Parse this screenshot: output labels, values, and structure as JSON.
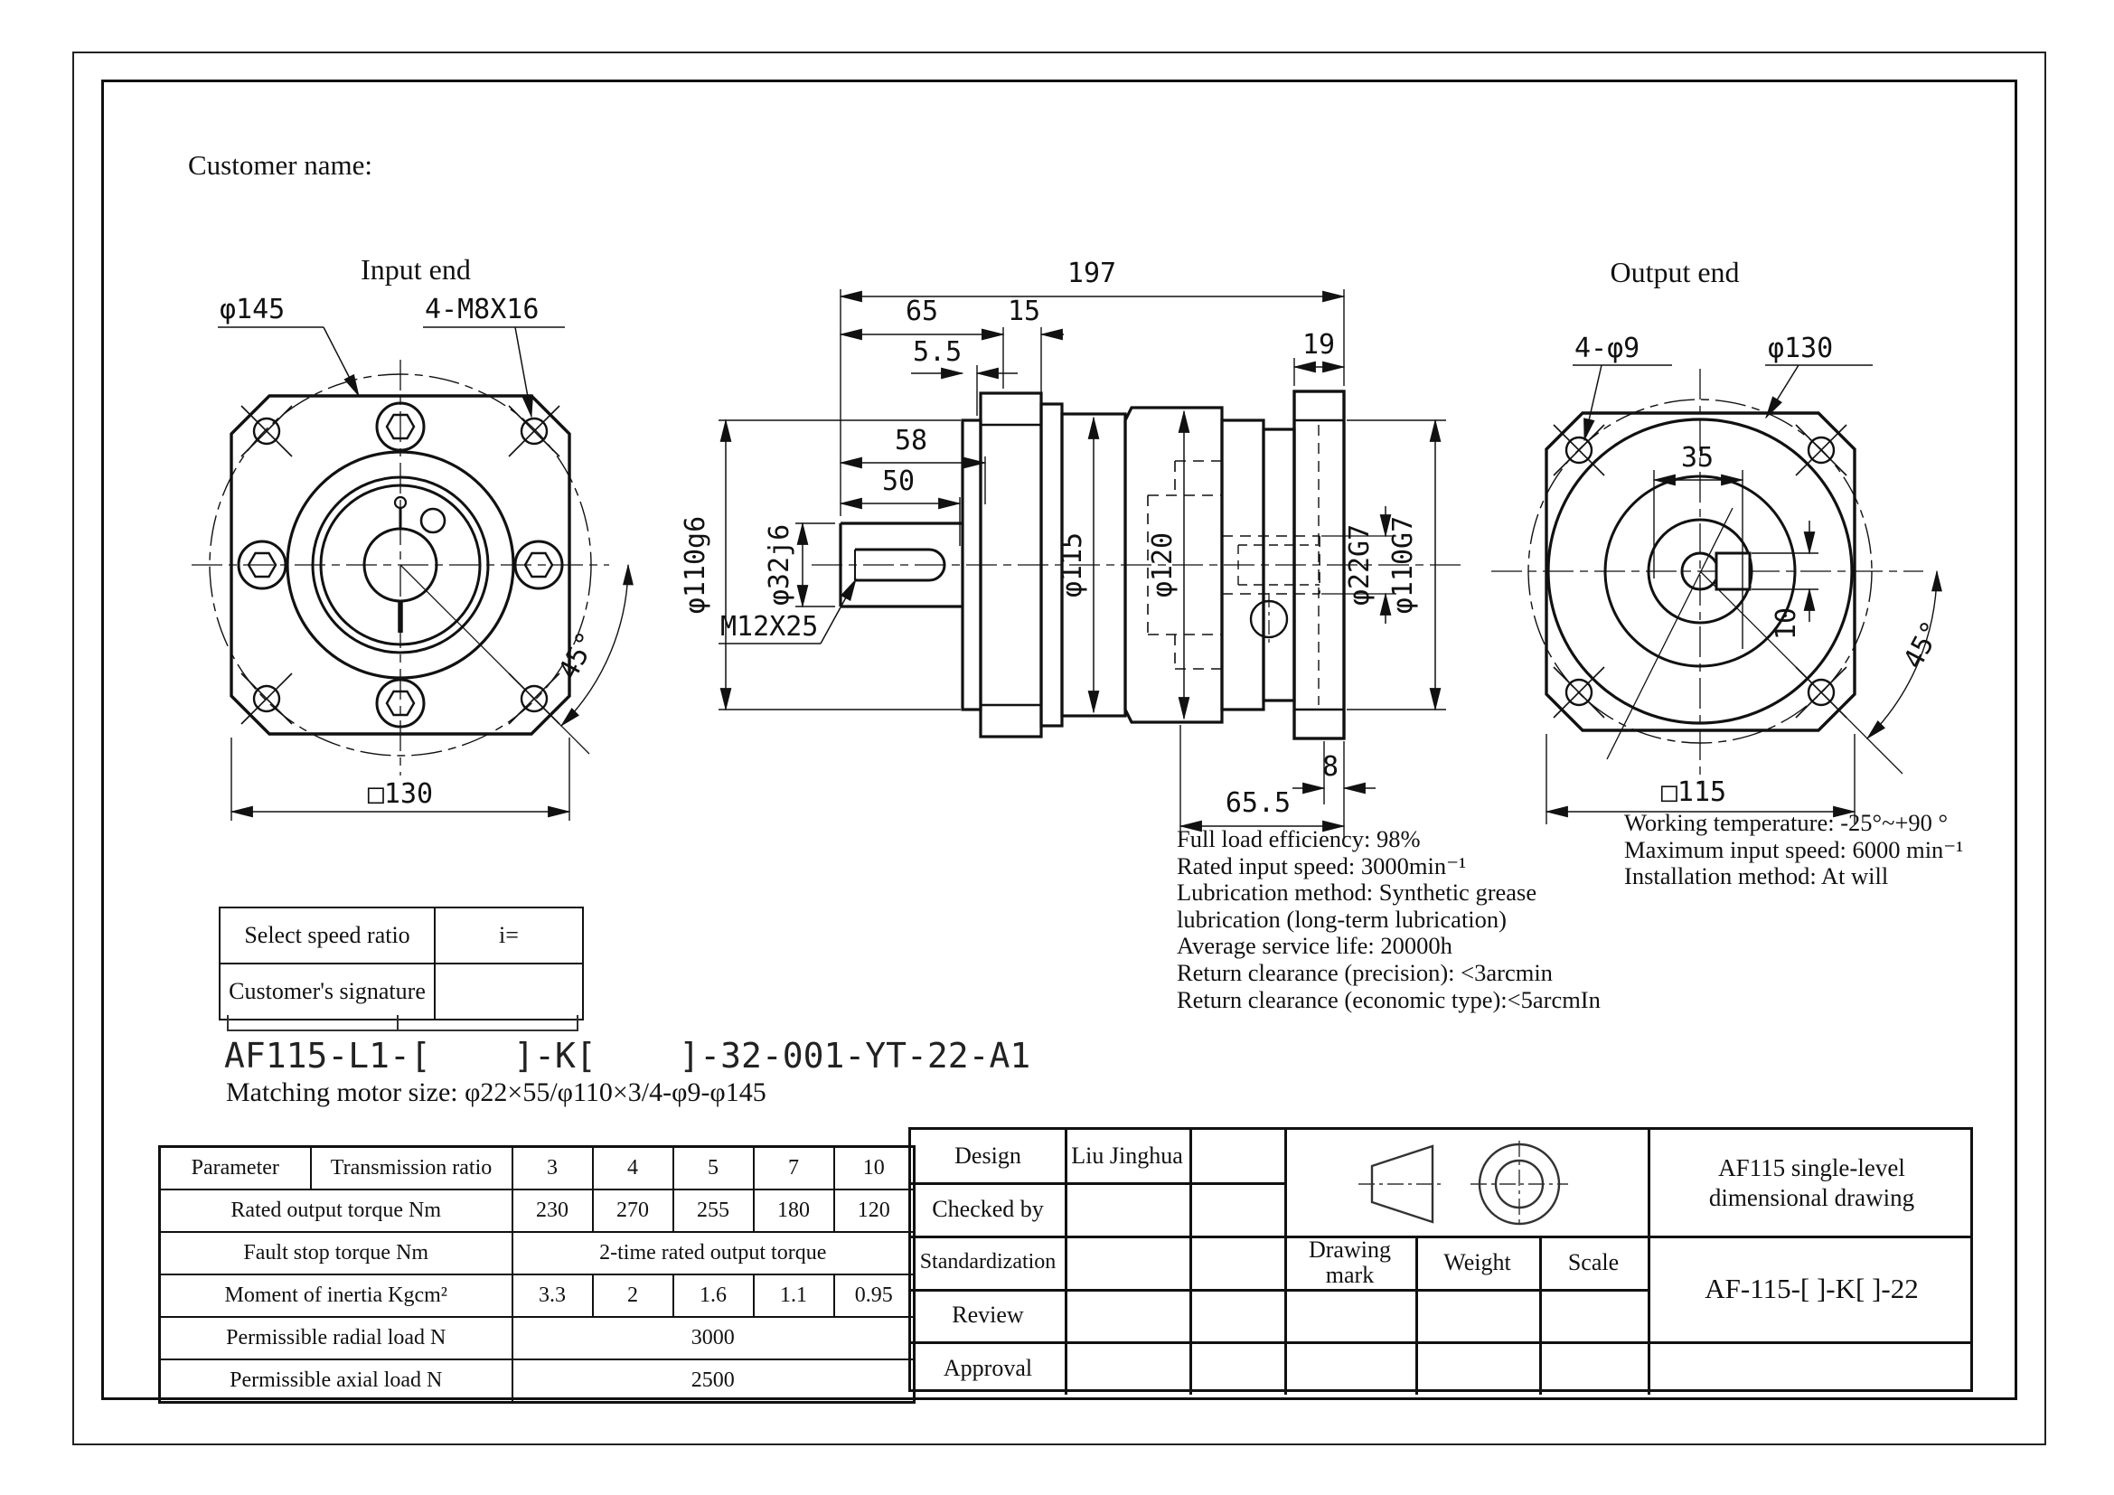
{
  "page": {
    "customer_label": "Customer name:"
  },
  "views": {
    "input": {
      "title": "Input end",
      "dims": {
        "bolt_circle": "φ145",
        "tap_holes": "4-M8X16",
        "square": "□130",
        "angle": "45°"
      }
    },
    "side": {
      "dims": {
        "total": "197",
        "front": "65",
        "plate": "15",
        "pilot_w": "5.5",
        "flange_w": "19",
        "shaft_len": "58",
        "key_len": "50",
        "shaft_d": "φ32j6",
        "tap": "M12X25",
        "pilot_d": "φ110g6",
        "body_d1": "φ115",
        "body_d2": "φ120",
        "bore_d": "φ22G7",
        "spigot_d": "φ110G7",
        "step": "8",
        "rear": "65.5"
      }
    },
    "output": {
      "title": "Output end",
      "dims": {
        "holes": "4-φ9",
        "bolt_circle": "φ130",
        "hub": "35",
        "key_w": "10",
        "square": "□115",
        "angle": "45°"
      }
    }
  },
  "notes": {
    "specs": [
      "Full load efficiency: 98%",
      "Rated input speed: 3000min⁻¹",
      "Lubrication method: Synthetic grease",
      "lubrication (long-term lubrication)",
      "Average service life: 20000h",
      "Return clearance (precision): <3arcmin",
      "Return clearance (economic type):<5arcmIn"
    ],
    "conditions": [
      "Working temperature: -25°~+90 °",
      "Maximum input speed: 6000 min⁻¹",
      "Installation method: At will"
    ]
  },
  "speed_table": {
    "ratio_label": "Select speed ratio",
    "ratio_value": "i=",
    "signature_label": "Customer's signature",
    "signature_value": ""
  },
  "order": {
    "code": "AF115-L1-[    ]-K[    ]-32-001-YT-22-A1",
    "matching": "Matching motor size: φ22×55/φ110×3/4-φ9-φ145"
  },
  "param_table": {
    "col1": "Parameter",
    "col2": "Transmission ratio",
    "ratios": [
      "3",
      "4",
      "5",
      "7",
      "10"
    ],
    "rows": [
      {
        "label": "Rated output torque Nm",
        "values": [
          "230",
          "270",
          "255",
          "180",
          "120"
        ]
      },
      {
        "label": "Fault stop torque Nm",
        "span": "2-time rated output torque"
      },
      {
        "label": "Moment of inertia Kgcm²",
        "values": [
          "3.3",
          "2",
          "1.6",
          "1.1",
          "0.95"
        ]
      },
      {
        "label": "Permissible radial load N",
        "span": "3000"
      },
      {
        "label": "Permissible axial load N",
        "span": "2500"
      }
    ]
  },
  "title_block": {
    "labels": [
      "Design",
      "Checked by",
      "Standardization",
      "Review",
      "Approval"
    ],
    "designer": "Liu Jinghua",
    "drawing_mark": "Drawing mark",
    "weight": "Weight",
    "scale": "Scale",
    "title": "AF115 single-level dimensional drawing",
    "part_no": "AF-115-[ ]-K[ ]-22"
  }
}
